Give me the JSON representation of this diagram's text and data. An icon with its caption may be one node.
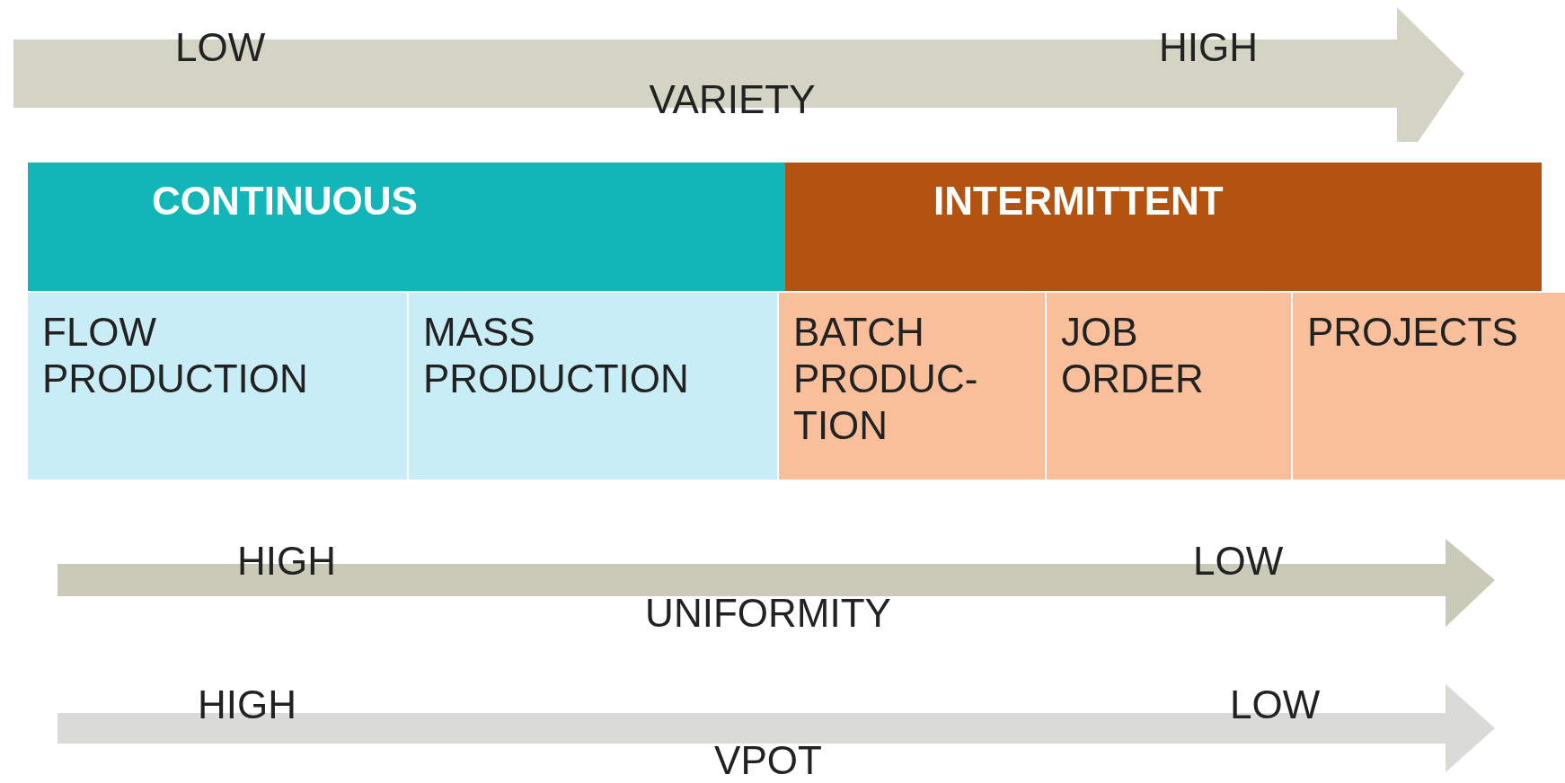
{
  "diagram": {
    "nodes": [
      {
        "text": [
          "LOW",
          "HIGH",
          "VARIETY"
        ]
      },
      {
        "text": [
          "CONTINUOUS"
        ]
      },
      {
        "text": [
          "INTERMITTENT"
        ]
      },
      {
        "text": [
          "FLOW PRODUCTION"
        ]
      },
      {
        "text": [
          "MASS PRODUCTION"
        ]
      },
      {
        "text": [
          "BATCH PRODUC- TION"
        ]
      },
      {
        "text": [
          "JOB ORDER"
        ]
      },
      {
        "text": [
          "PROJECTS"
        ]
      },
      {
        "text": [
          "HIGH",
          "LOW",
          "UNIFORMITY"
        ]
      },
      {
        "text": [
          "HIGH",
          "LOW",
          "VPOT"
        ]
      }
    ],
    "edges": []
  }
}
